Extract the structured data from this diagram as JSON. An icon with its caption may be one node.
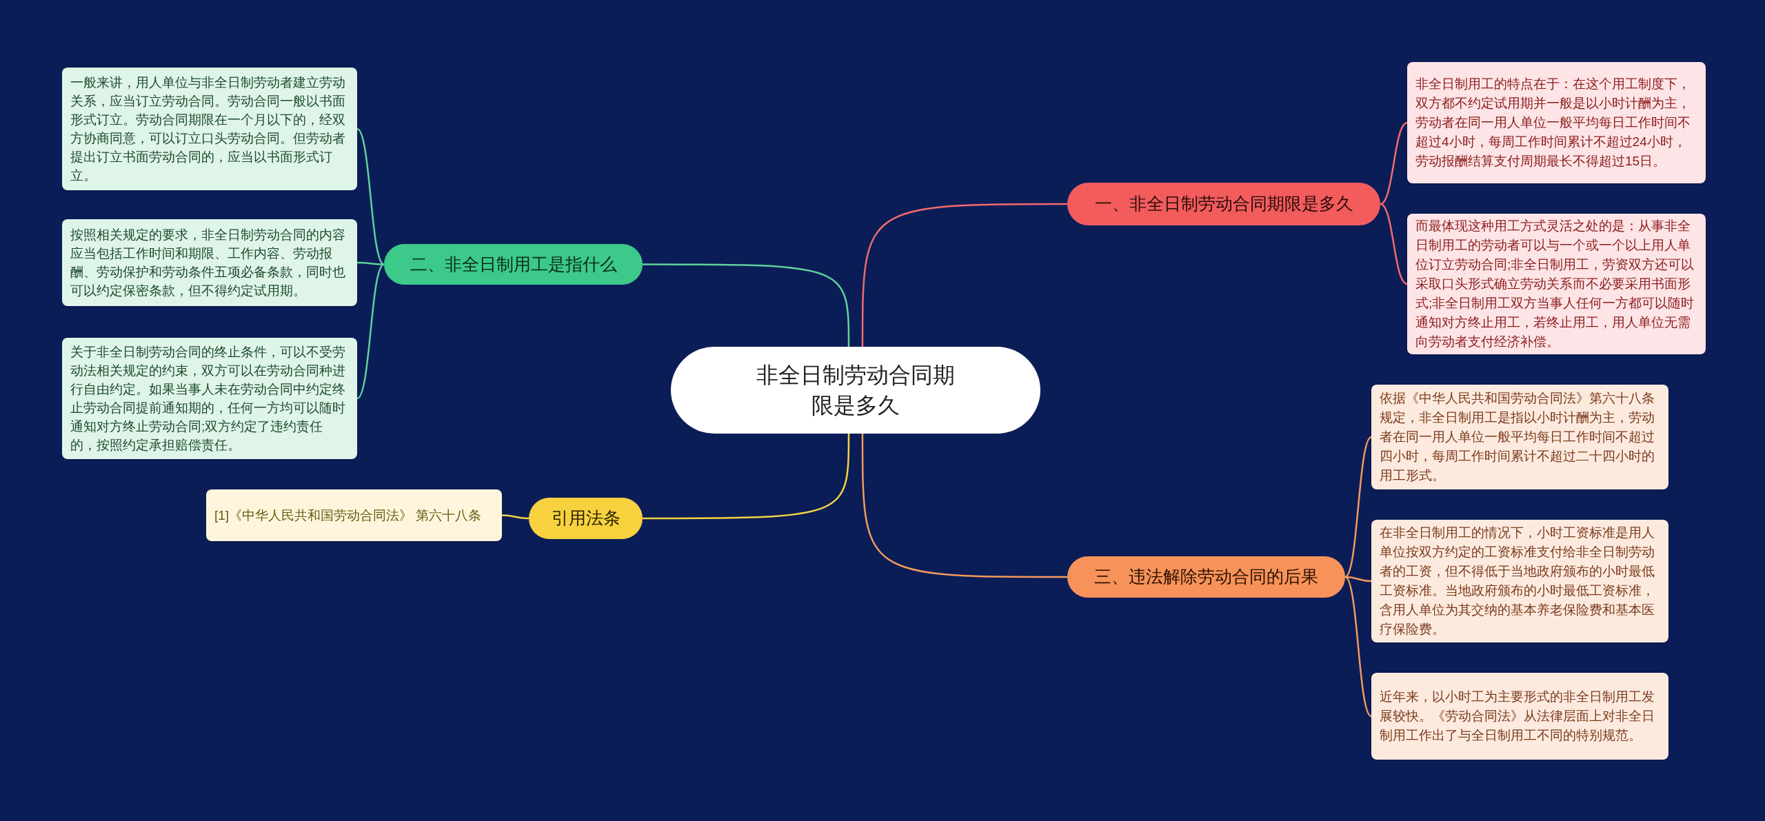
{
  "diagram": {
    "nodes": [
      {
        "text": [
          "非全日制劳动合同期限是多久"
        ]
      },
      {
        "text": [
          "一、非全日制劳动合同期限是多久"
        ]
      },
      {
        "text": [
          "非全日制用工的特点在于：在这个用工制度下，双方都不约定试用期并一般是以小时计酬为主，劳动者在同一用人单位一般平均每日工作时间不超过4小时，每周工作时间累计不超过24小时，劳动报酬结算支付周期最长不得超过15日。"
        ]
      },
      {
        "text": [
          "而最体现这种用工方式灵活之处的是：从事非全日制用工的劳动者可以与一个或一个以上用人单位订立劳动合同;非全日制用工，劳资双方还可以采取口头形式确立劳动关系而不必要采用书面形式;非全日制用工双方当事人任何一方都可以随时通知对方终止用工，若终止用工，用人单位无需向劳动者支付经济补偿。"
        ]
      },
      {
        "text": [
          "二、非全日制用工是指什么"
        ]
      },
      {
        "text": [
          "一般来讲，用人单位与非全日制劳动者建立劳动关系，应当订立劳动合同。劳动合同一般以书面形式订立。劳动合同期限在一个月以下的，经双方协商同意，可以订立口头劳动合同。但劳动者提出订立书面劳动合同的，应当以书面形式订立。"
        ]
      },
      {
        "text": [
          "按照相关规定的要求，非全日制劳动合同的内容应当包括工作时间和期限、工作内容、劳动报酬、劳动保护和劳动条件五项必备条款，同时也可以约定保密条款，但不得约定试用期。"
        ]
      },
      {
        "text": [
          "关于非全日制劳动合同的终止条件，可以不受劳动法相关规定的约束，双方可以在劳动合同种进行自由约定。如果当事人未在劳动合同中约定终止劳动合同提前通知期的，任何一方均可以随时通知对方终止劳动合同;双方约定了违约责任的，按照约定承担赔偿责任。"
        ]
      },
      {
        "text": [
          "引用法条"
        ]
      },
      {
        "text": [
          "[1]《中华人民共和国劳动合同法》 第六十八条"
        ]
      },
      {
        "text": [
          "三、违法解除劳动合同的后果"
        ]
      },
      {
        "text": [
          "依据《中华人民共和国劳动合同法》第六十八条规定，非全日制用工是指以小时计酬为主，劳动者在同一用人单位一般平均每日工作时间不超过四小时，每周工作时间累计不超过二十四小时的用工形式。"
        ]
      },
      {
        "text": [
          "在非全日制用工的情况下，小时工资标准是用人单位按双方约定的工资标准支付给非全日制劳动者的工资，但不得低于当地政府颁布的小时最低工资标准。当地政府颁布的小时最低工资标准，含用人单位为其交纳的基本养老保险费和基本医疗保险费。"
        ]
      },
      {
        "text": [
          "近年来，以小时工为主要形式的非全日制用工发展较快。《劳动合同法》从法律层面上对非全日制用工作出了与全日制用工不同的特别规范。"
        ]
      }
    ],
    "edges": [
      {
        "from": 0,
        "to": 1,
        "arrow": "none",
        "color": "#f26b6b"
      },
      {
        "from": 1,
        "to": 2,
        "arrow": "none",
        "color": "#f26b6b"
      },
      {
        "from": 1,
        "to": 3,
        "arrow": "none",
        "color": "#f26b6b"
      },
      {
        "from": 0,
        "to": 4,
        "arrow": "none",
        "color": "#5fd39a"
      },
      {
        "from": 4,
        "to": 5,
        "arrow": "none",
        "color": "#5fd39a"
      },
      {
        "from": 4,
        "to": 6,
        "arrow": "none",
        "color": "#5fd39a"
      },
      {
        "from": 4,
        "to": 7,
        "arrow": "none",
        "color": "#5fd39a"
      },
      {
        "from": 0,
        "to": 8,
        "arrow": "none",
        "color": "#f5d442"
      },
      {
        "from": 8,
        "to": 9,
        "arrow": "none",
        "color": "#f5d442"
      },
      {
        "from": 0,
        "to": 10,
        "arrow": "none",
        "color": "#f59a5c"
      },
      {
        "from": 10,
        "to": 11,
        "arrow": "none",
        "color": "#f59a5c"
      },
      {
        "from": 10,
        "to": 12,
        "arrow": "none",
        "color": "#f59a5c"
      },
      {
        "from": 10,
        "to": 13,
        "arrow": "none",
        "color": "#f59a5c"
      }
    ]
  }
}
